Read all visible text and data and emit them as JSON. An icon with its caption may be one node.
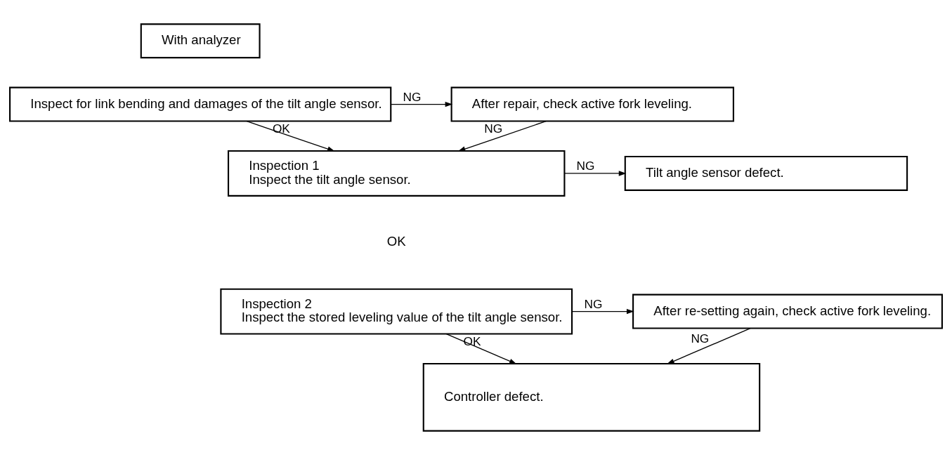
{
  "diagram": {
    "nodes": [
      {
        "text": [
          "With analyzer"
        ]
      },
      {
        "text": [
          "Inspect for link bending and damages of the tilt angle sensor."
        ]
      },
      {
        "text": [
          "After repair, check active fork leveling."
        ]
      },
      {
        "text": [
          "Inspection 1",
          "Inspect the tilt angle sensor."
        ]
      },
      {
        "text": [
          "Tilt angle sensor defect."
        ]
      },
      {
        "text": [
          "Inspection 2",
          "Inspect the stored leveling value of the tilt angle sensor."
        ]
      },
      {
        "text": [
          "After re-setting again, check active fork leveling."
        ]
      },
      {
        "text": [
          "Controller defect."
        ]
      }
    ],
    "edges": [
      {
        "from": 1,
        "to": 2,
        "arrow": "to",
        "label": "NG"
      },
      {
        "from": 1,
        "to": 3,
        "arrow": "to",
        "label": "OK"
      },
      {
        "from": 2,
        "to": 3,
        "arrow": "to",
        "label": "NG"
      },
      {
        "from": 3,
        "to": 4,
        "arrow": "to",
        "label": "NG"
      },
      {
        "from": 5,
        "to": 6,
        "arrow": "to",
        "label": "NG"
      },
      {
        "from": 5,
        "to": 7,
        "arrow": "to",
        "label": "OK"
      },
      {
        "from": 6,
        "to": 7,
        "arrow": "to",
        "label": "NG"
      }
    ],
    "labels": [
      "OK"
    ]
  }
}
